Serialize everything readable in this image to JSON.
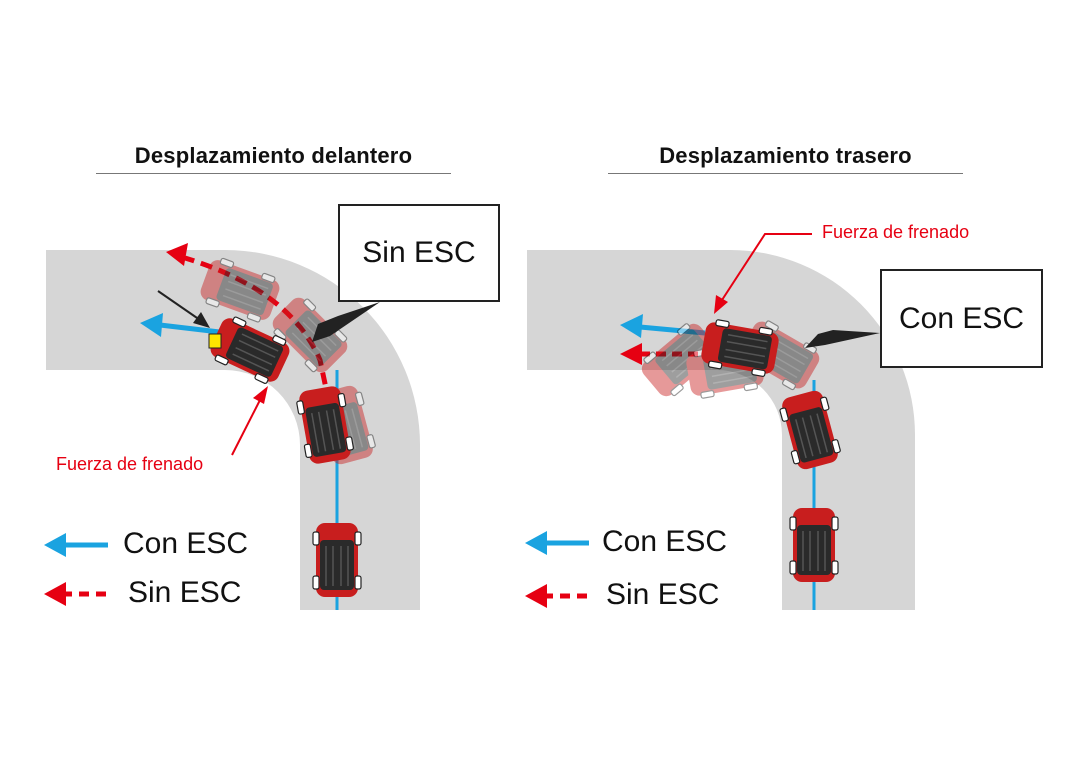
{
  "panels": {
    "left": {
      "title": "Desplazamiento delantero",
      "callout": "Sin ESC",
      "force_label": "Fuerza de frenado"
    },
    "right": {
      "title": "Desplazamiento trasero",
      "callout": "Con ESC",
      "force_label": "Fuerza de frenado"
    }
  },
  "legend": {
    "with_esc": "Con ESC",
    "without_esc": "Sin ESC"
  },
  "colors": {
    "road": "#d6d6d6",
    "with_esc_path": "#1aa3e0",
    "without_esc_path": "#e60012",
    "car_body": "#c81e1e",
    "car_roof": "#2a2a2a",
    "brake_highlight": "#ffe600"
  },
  "icons": [
    "car-icon",
    "arrow-left-icon",
    "dashed-arrow-left-icon"
  ]
}
